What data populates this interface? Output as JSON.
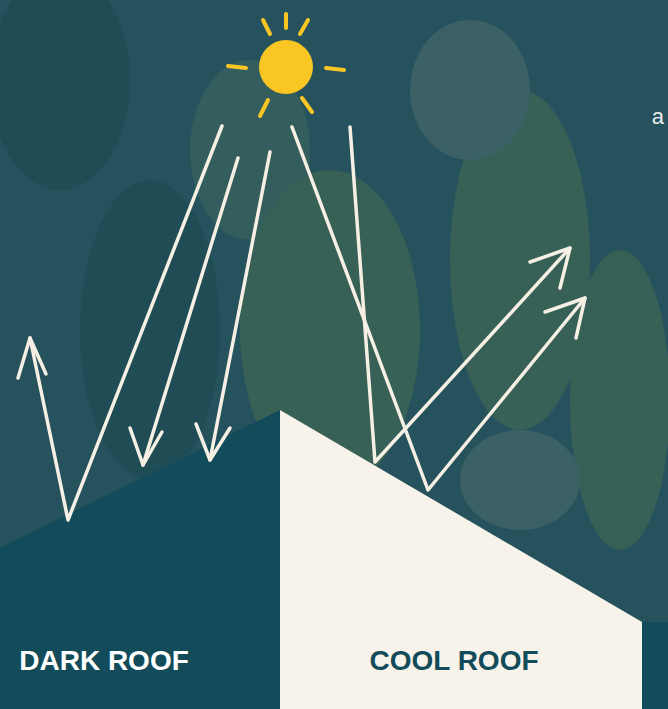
{
  "diagram": {
    "nodes": [
      {
        "text": [
          "DARK ROOF"
        ]
      },
      {
        "text": [
          "COOL ROOF"
        ]
      }
    ],
    "labels": [
      "a"
    ]
  }
}
